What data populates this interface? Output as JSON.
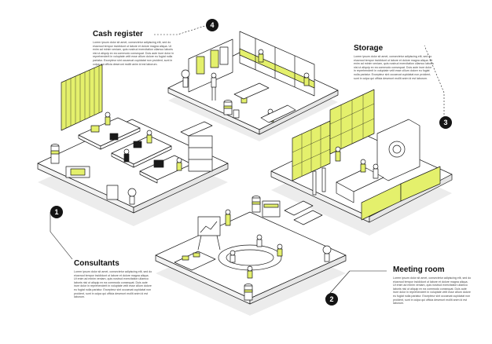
{
  "colors": {
    "accent": "#e4f06c",
    "line": "#1a1a1a",
    "floor": "#ffffff",
    "shadow": "#ececec"
  },
  "sections": [
    {
      "number": "1",
      "title": "Consultants",
      "body": "Lorem ipsum dolor sit amet, consectetur adipiscing elit, sed do eiusmod tempor incididunt ut labore et dolore magna aliqua. Ut enim ad minim veniam, quis nostrud exercitation ullamco laboris nisi ut aliquip ex ea commodo consequat. Duis aute irure dolor in reprehenderit in voluptate velit esse cillum dolore eu fugiat nulla pariatur. Excepteur sint occaecat cupidatat non proident, sunt in culpa qui officia deserunt mollit anim id est laborum."
    },
    {
      "number": "2",
      "title": "Meeting room",
      "body": "Lorem ipsum dolor sit amet, consectetur adipiscing elit, sed do eiusmod tempor incididunt ut labore et dolore magna aliqua. Ut enim ad minim veniam, quis nostrud exercitation ullamco laboris nisi ut aliquip ex ea commodo consequat. Duis aute irure dolor in reprehenderit in voluptate velit esse cillum dolore eu fugiat nulla pariatur. Excepteur sint occaecat cupidatat non proident, sunt in culpa qui officia deserunt mollit anim id est laborum."
    },
    {
      "number": "3",
      "title": "Storage",
      "body": "Lorem ipsum dolor sit amet, consectetur adipiscing elit, sed do eiusmod tempor incididunt ut labore et dolore magna aliqua. Ut enim ad minim veniam, quis nostrud exercitation ullamco laboris nisi ut aliquip ex ea commodo consequat. Duis aute irure dolor in reprehenderit in voluptate velit esse cillum dolore eu fugiat nulla pariatur. Excepteur sint occaecat cupidatat non proident, sunt in culpa qui officia deserunt mollit anim id est laborum."
    },
    {
      "number": "4",
      "title": "Cash register",
      "body": "Lorem ipsum dolor sit amet, consectetur adipiscing elit, sed do eiusmod tempor incididunt ut labore et dolore magna aliqua. Ut enim ad minim veniam, quis nostrud exercitation ullamco laboris nisi ut aliquip ex ea commodo consequat. Duis aute irure dolor in reprehenderit in voluptate velit esse cillum dolore eu fugiat nulla pariatur. Excepteur sint occaecat cupidatat non proident, sunt in culpa qui officia deserunt mollit anim id est laborum."
    }
  ]
}
